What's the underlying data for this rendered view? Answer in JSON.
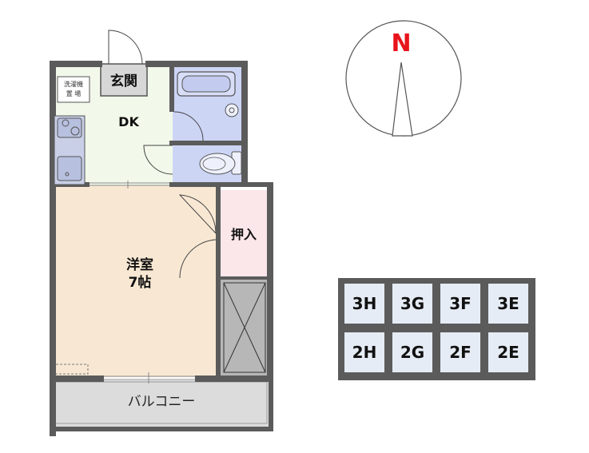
{
  "rooms": {
    "entrance": "玄関",
    "dk": "DK",
    "western_room": "洋室",
    "western_room_size": "7帖",
    "closet": "押入",
    "balcony": "バルコニー",
    "washer_line1": "洗濯機",
    "washer_line2": "置 場"
  },
  "compass": {
    "label": "N"
  },
  "unit_grid": {
    "rows": [
      [
        "3H",
        "3G",
        "3F",
        "3E"
      ],
      [
        "2H",
        "2G",
        "2F",
        "2E"
      ]
    ]
  },
  "colors": {
    "wall": "#5b5b5b",
    "dk_floor": "#f2f9ea",
    "western_floor": "#f8e8d3",
    "closet_floor": "#fbe6ea",
    "bath_floor": "#cdd5f5",
    "balcony_floor": "#dcdcdc",
    "unit_cell": "#e6ecf5",
    "north_label": "#e8141c"
  }
}
